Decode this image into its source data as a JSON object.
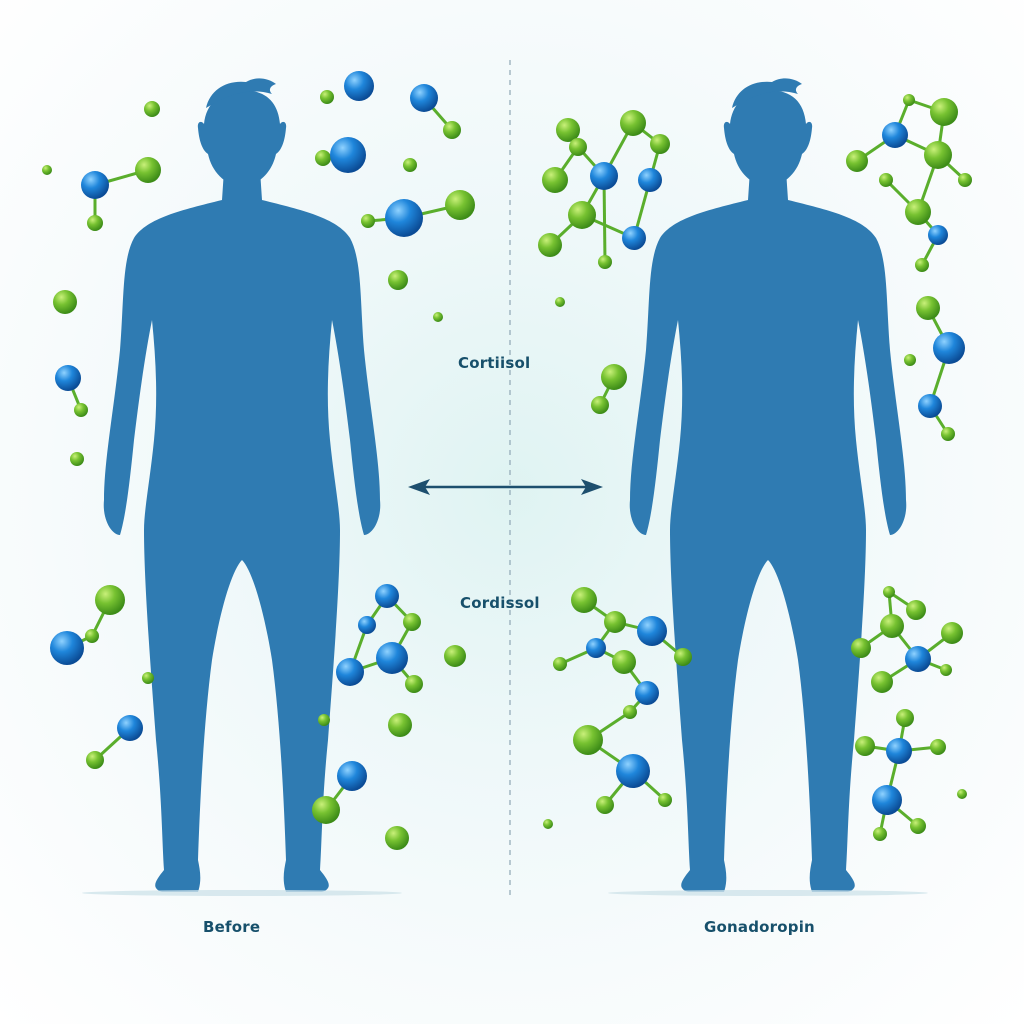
{
  "diagram": {
    "center_labels": {
      "top": "Cortiisol",
      "bottom": "Cordissol"
    },
    "panels": [
      {
        "side": "left",
        "caption": "Before"
      },
      {
        "side": "right",
        "caption": "Gonadoropin"
      }
    ],
    "connector": {
      "type": "double-headed-arrow",
      "color": "#1d4f6e"
    },
    "divider": {
      "style": "dashed",
      "color": "#8fa7b5"
    },
    "colors": {
      "body": "#2f7fb5",
      "body_dark": "#23699c",
      "glow": "#bfe9ff",
      "atom_green": "#6cbf2a",
      "atom_blue": "#1f7fd6",
      "bond": "#5aae2c",
      "text": "#17506b"
    }
  }
}
